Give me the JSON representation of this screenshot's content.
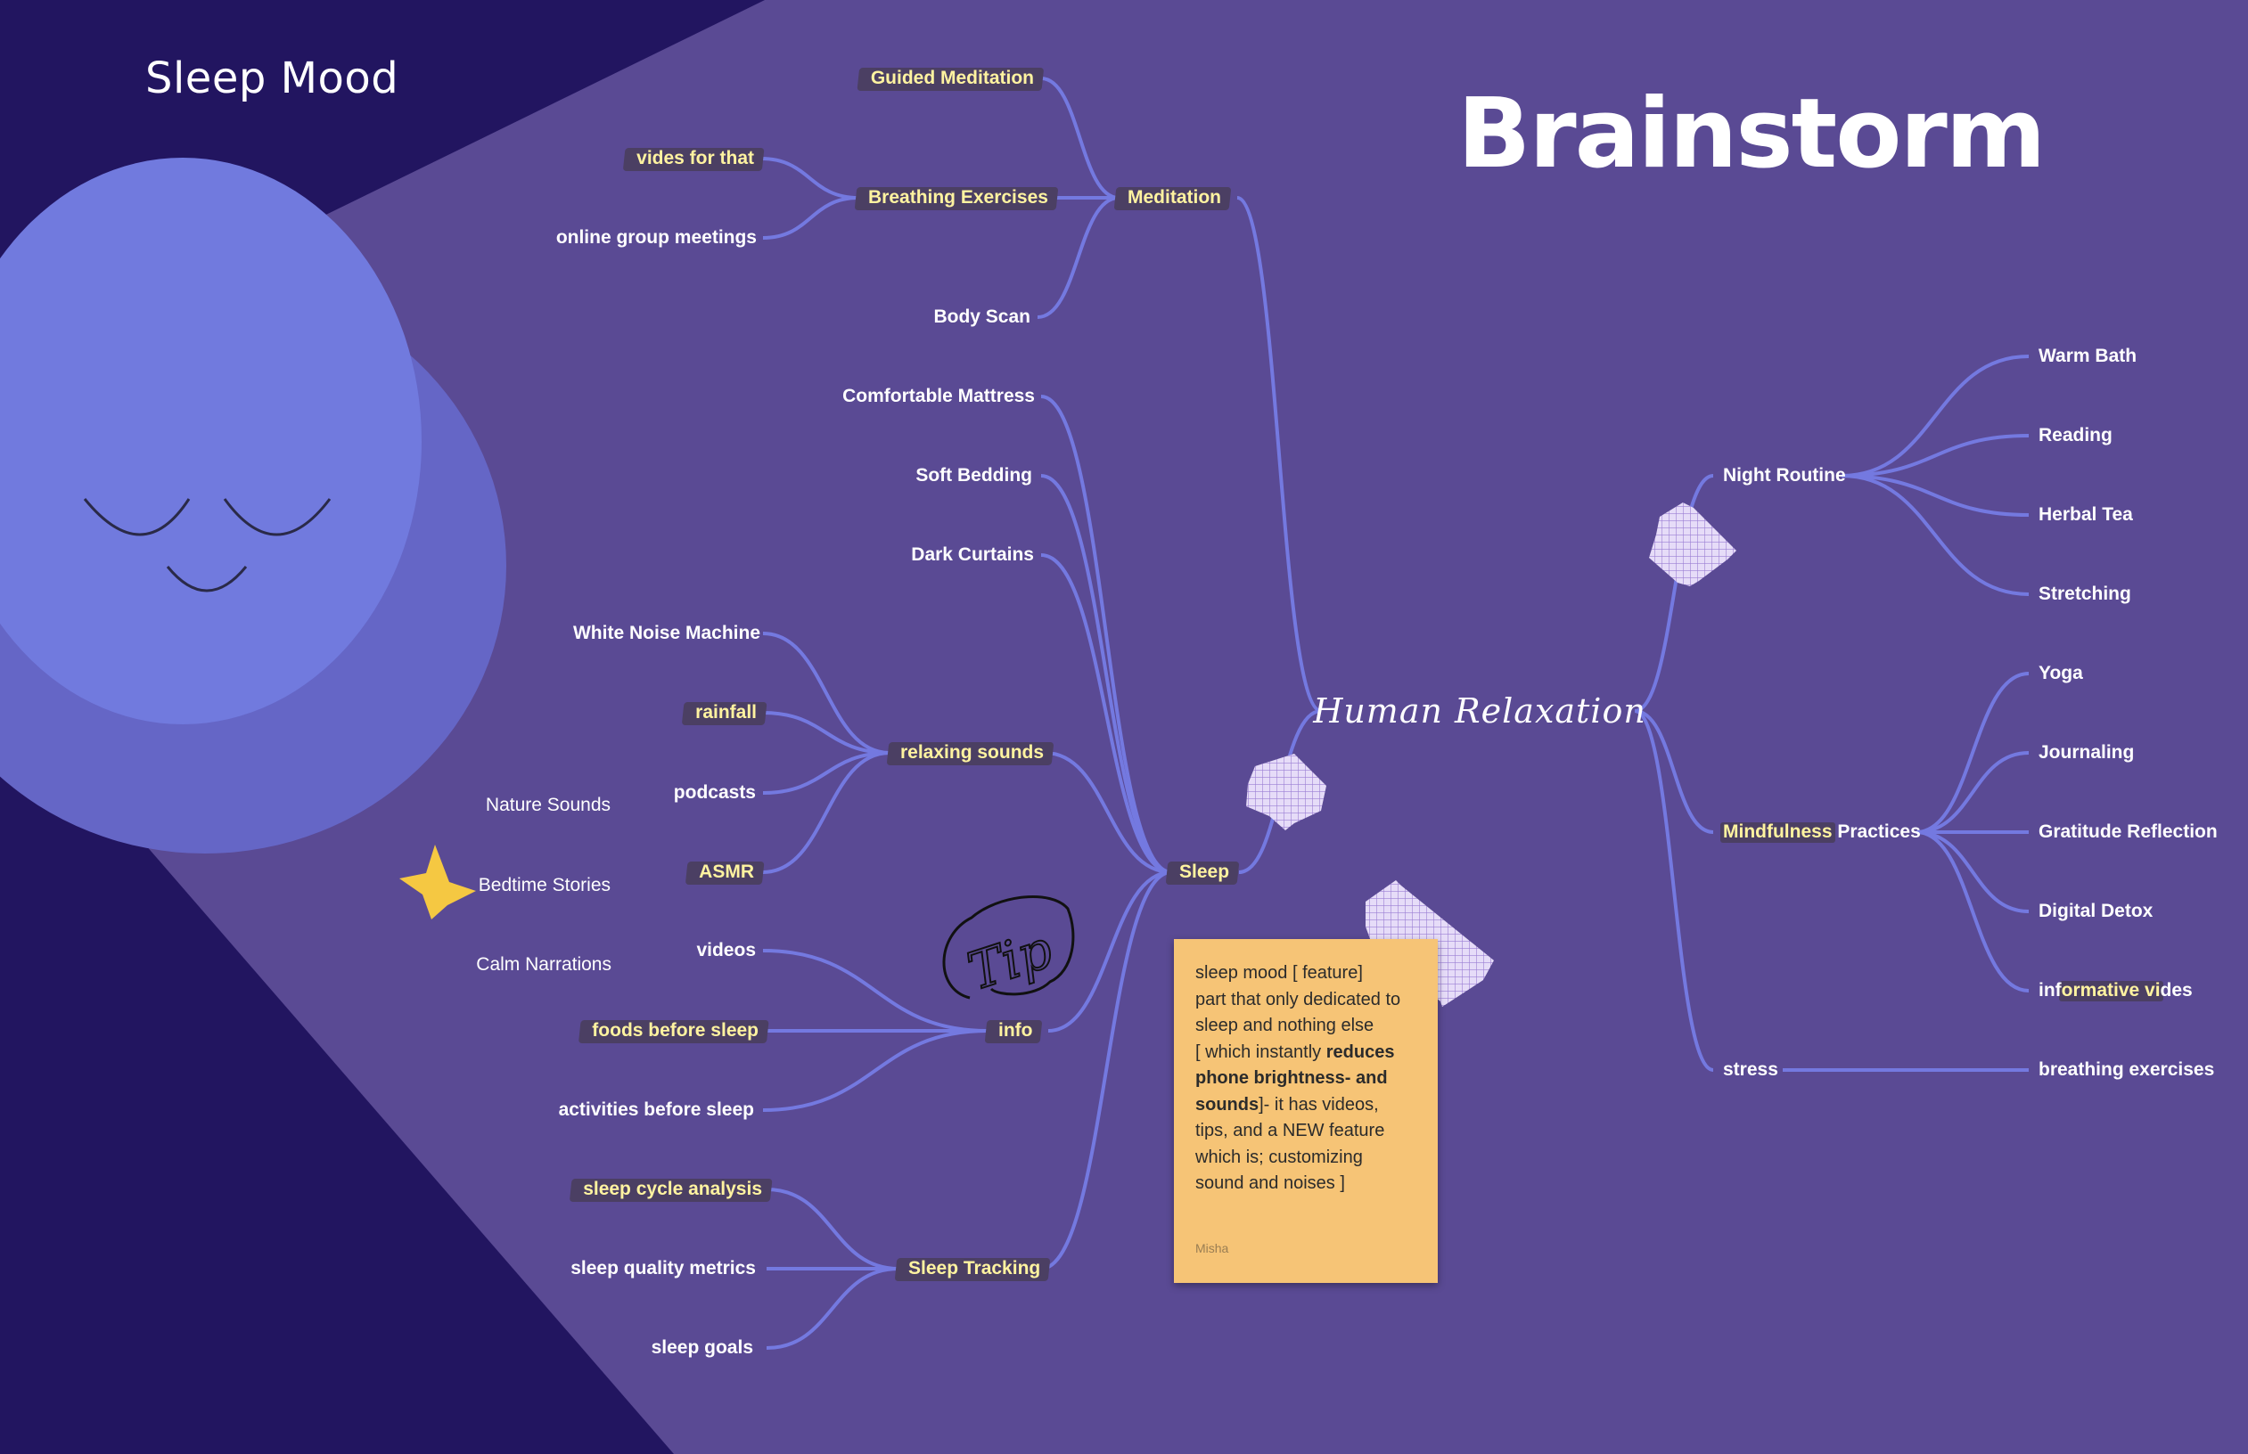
{
  "titles": {
    "app": "Sleep Mood",
    "board": "Brainstorm"
  },
  "central": "Human Relaxation",
  "nodes": {
    "guided_meditation": "Guided Meditation",
    "vides_for_that": "vides for that",
    "online_group_meetings": "online group meetings",
    "breathing_exercises_l": "Breathing Exercises",
    "body_scan": "Body Scan",
    "meditation": "Meditation",
    "comfortable_mattress": "Comfortable Mattress",
    "soft_bedding": "Soft Bedding",
    "dark_curtains": "Dark Curtains",
    "white_noise_machine": "White Noise Machine",
    "rainfall": "rainfall",
    "podcasts": "podcasts",
    "asmr": "ASMR",
    "relaxing_sounds": "relaxing sounds",
    "nature_sounds": "Nature Sounds",
    "bedtime_stories": "Bedtime Stories",
    "calm_narrations": "Calm Narrations",
    "videos": "videos",
    "foods_before_sleep": "foods before sleep",
    "activities_before_sleep": "activities before sleep",
    "info": "info",
    "sleep": "Sleep",
    "sleep_cycle_analysis": "sleep cycle analysis",
    "sleep_quality_metrics": "sleep quality metrics",
    "sleep_goals": "sleep goals",
    "sleep_tracking": "Sleep Tracking",
    "night_routine": "Night Routine",
    "warm_bath": "Warm Bath",
    "reading": "Reading",
    "herbal_tea": "Herbal Tea",
    "stretching": "Stretching",
    "mindfulness_a": "Mindfulness",
    "mindfulness_b": " Practices",
    "yoga": "Yoga",
    "journaling": "Journaling",
    "gratitude_reflection": "Gratitude Reflection",
    "digital_detox": "Digital Detox",
    "informative_a": "inf",
    "informative_b": "ormative vi",
    "informative_c": "des",
    "stress": "stress",
    "breathing_exercises_r": "breathing exercises"
  },
  "doodle_text": "Tip",
  "sticky_note": {
    "line1": "sleep mood [ feature]",
    "line2": "part that only dedicated to",
    "line3": "sleep and nothing else",
    "line4a": "[ which instantly ",
    "line4b": "reduces",
    "line5": "phone brightness- and",
    "line6a": "sounds",
    "line6b": "]- it has videos,",
    "line7": "tips, and a NEW feature",
    "line8": "which is; customizing",
    "line9": "sound and noises ]",
    "author": "Misha"
  },
  "colors": {
    "background": "#5a4a94",
    "dark_background": "#221560",
    "connector": "#7479e0",
    "moon_light": "#717ade",
    "moon_dark": "#6566c6",
    "highlight_text": "#fff3a0",
    "highlight_marker": "#4b3f63",
    "sticky_note": "#f6c476",
    "star": "#f5c842",
    "tape": "#d6c7f2"
  },
  "icons": [
    "moon-face-icon",
    "star-icon",
    "tip-doodle-icon",
    "washi-tape-icon"
  ]
}
